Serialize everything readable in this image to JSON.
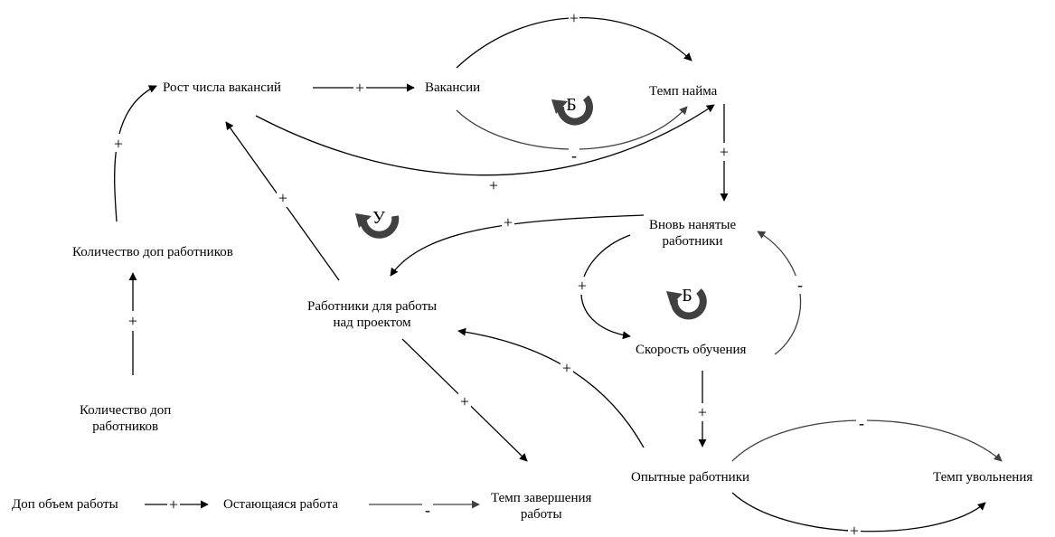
{
  "nodes": {
    "rost_vakansiy": "Рост числа вакансий",
    "vakansii": "Вакансии",
    "temp_nayma": "Темп найма",
    "vnov_line1": "Вновь нанятые",
    "vnov_line2": "работники",
    "kol_dop_1": "Количество доп работников",
    "rab_proekt_line1": "Работники для работы",
    "rab_proekt_line2": "над проектом",
    "skorost": "Скорость обучения",
    "kol_dop_2_line1": "Количество доп",
    "kol_dop_2_line2": "работников",
    "dop_obem": "Доп объем работы",
    "ostayusch": "Остающаяся работа",
    "temp_zav_line1": "Темп завершения",
    "temp_zav_line2": "работы",
    "opytnye": "Опытные работники",
    "temp_uvol": "Темп увольнения"
  },
  "polarities": {
    "plus": "+",
    "minus": "-"
  },
  "loops": {
    "b1": "Б",
    "u": "У",
    "b2": "Б"
  },
  "colors": {
    "loop_icon": "#404040",
    "minus_link": "#404040"
  }
}
